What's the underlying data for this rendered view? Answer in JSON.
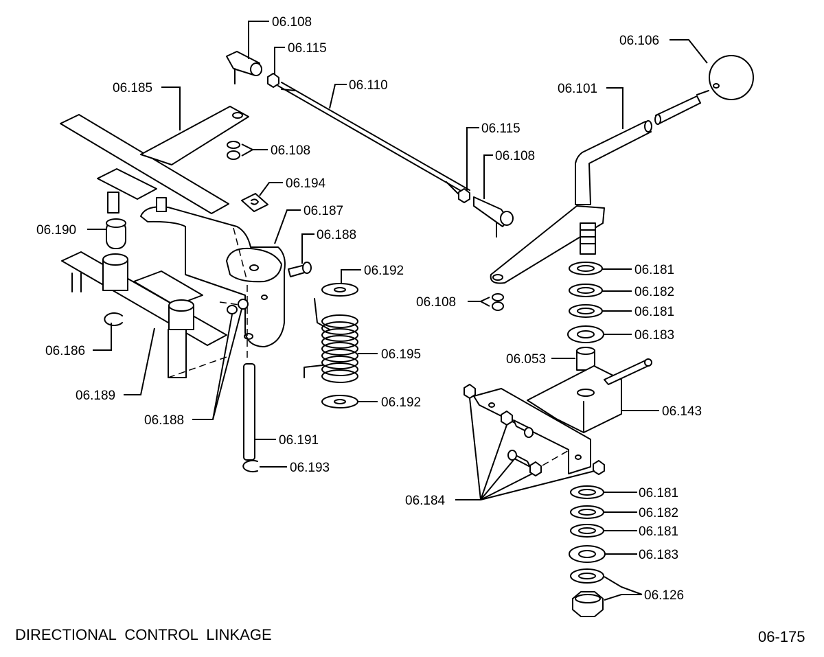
{
  "diagram": {
    "title": "DIRECTIONAL  CONTROL  LINKAGE",
    "page_number": "06-175",
    "callouts": {
      "c108_top": "06.108",
      "c115_top": "06.115",
      "c110": "06.110",
      "c185": "06.185",
      "c108_nuts": "06.108",
      "c115_right": "06.115",
      "c108_right": "06.108",
      "c194": "06.194",
      "c187": "06.187",
      "c188_bolt": "06.188",
      "c190": "06.190",
      "c192_top": "06.192",
      "c106": "06.106",
      "c101": "06.101",
      "c181_a": "06.181",
      "c182_a": "06.182",
      "c181_b": "06.181",
      "c183_a": "06.183",
      "c108_arm": "06.108",
      "c053": "06.053",
      "c195": "06.195",
      "c186": "06.186",
      "c189": "06.189",
      "c192_bottom": "06.192",
      "c143": "06.143",
      "c188_nuts": "06.188",
      "c191": "06.191",
      "c193": "06.193",
      "c184": "06.184",
      "c181_c": "06.181",
      "c182_b": "06.182",
      "c181_d": "06.181",
      "c183_b": "06.183",
      "c126": "06.126"
    }
  }
}
